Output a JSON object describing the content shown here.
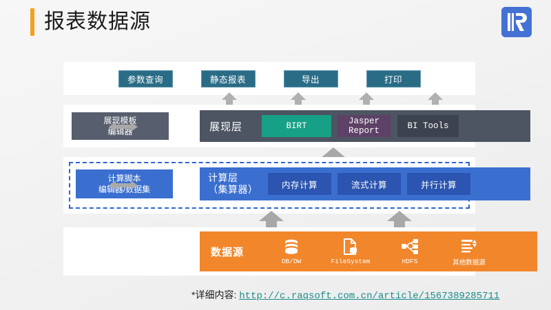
{
  "slide": {
    "title": "报表数据源",
    "accent_color": "#f2a01e",
    "background_color": "#f1f1f1",
    "logo_name": "raqsoft-logo"
  },
  "actions": {
    "items": [
      {
        "label": "参数查询"
      },
      {
        "label": "静态报表"
      },
      {
        "label": "导出"
      },
      {
        "label": "打印"
      }
    ],
    "color": "#2a6c86"
  },
  "presentation": {
    "editor_line1": "展现模板",
    "editor_line2": "编辑器",
    "layer_name": "展现层",
    "bar_color": "#4d5462",
    "tools": [
      {
        "label": "BIRT",
        "color": "#16a085"
      },
      {
        "label": "Jasper Report",
        "line1": "Jasper",
        "line2": "Report",
        "color": "#5d4166"
      },
      {
        "label": "BI Tools",
        "color": "#3c424e"
      }
    ]
  },
  "compute": {
    "editor_line1": "计算脚本",
    "editor_line2": "编辑器/数据集",
    "layer_line1": "计算层",
    "layer_line2": "（集算器）",
    "bar_color": "#3a6fd0",
    "dashed_border_color": "#2f62d0",
    "features": [
      {
        "label": "内存计算"
      },
      {
        "label": "流式计算"
      },
      {
        "label": "并行计算"
      }
    ]
  },
  "datasource": {
    "layer_name": "数据源",
    "bar_color": "#f1862b",
    "items": [
      {
        "label": "DB/DW",
        "icon": "database-icon"
      },
      {
        "label": "FileSystem",
        "icon": "file-system-icon"
      },
      {
        "label": "HDFS",
        "icon": "hdfs-network-icon"
      },
      {
        "label": "其他数据源",
        "icon": "other-sources-icon"
      }
    ]
  },
  "arrows": {
    "icon": "arrow-up-icon",
    "color": "#a8a8a8",
    "bidirectional_icon": "arrow-left-right-icon"
  },
  "footer": {
    "prefix": "*详细内容: ",
    "url": "http://c.raqsoft.com.cn/article/1567389285711"
  }
}
